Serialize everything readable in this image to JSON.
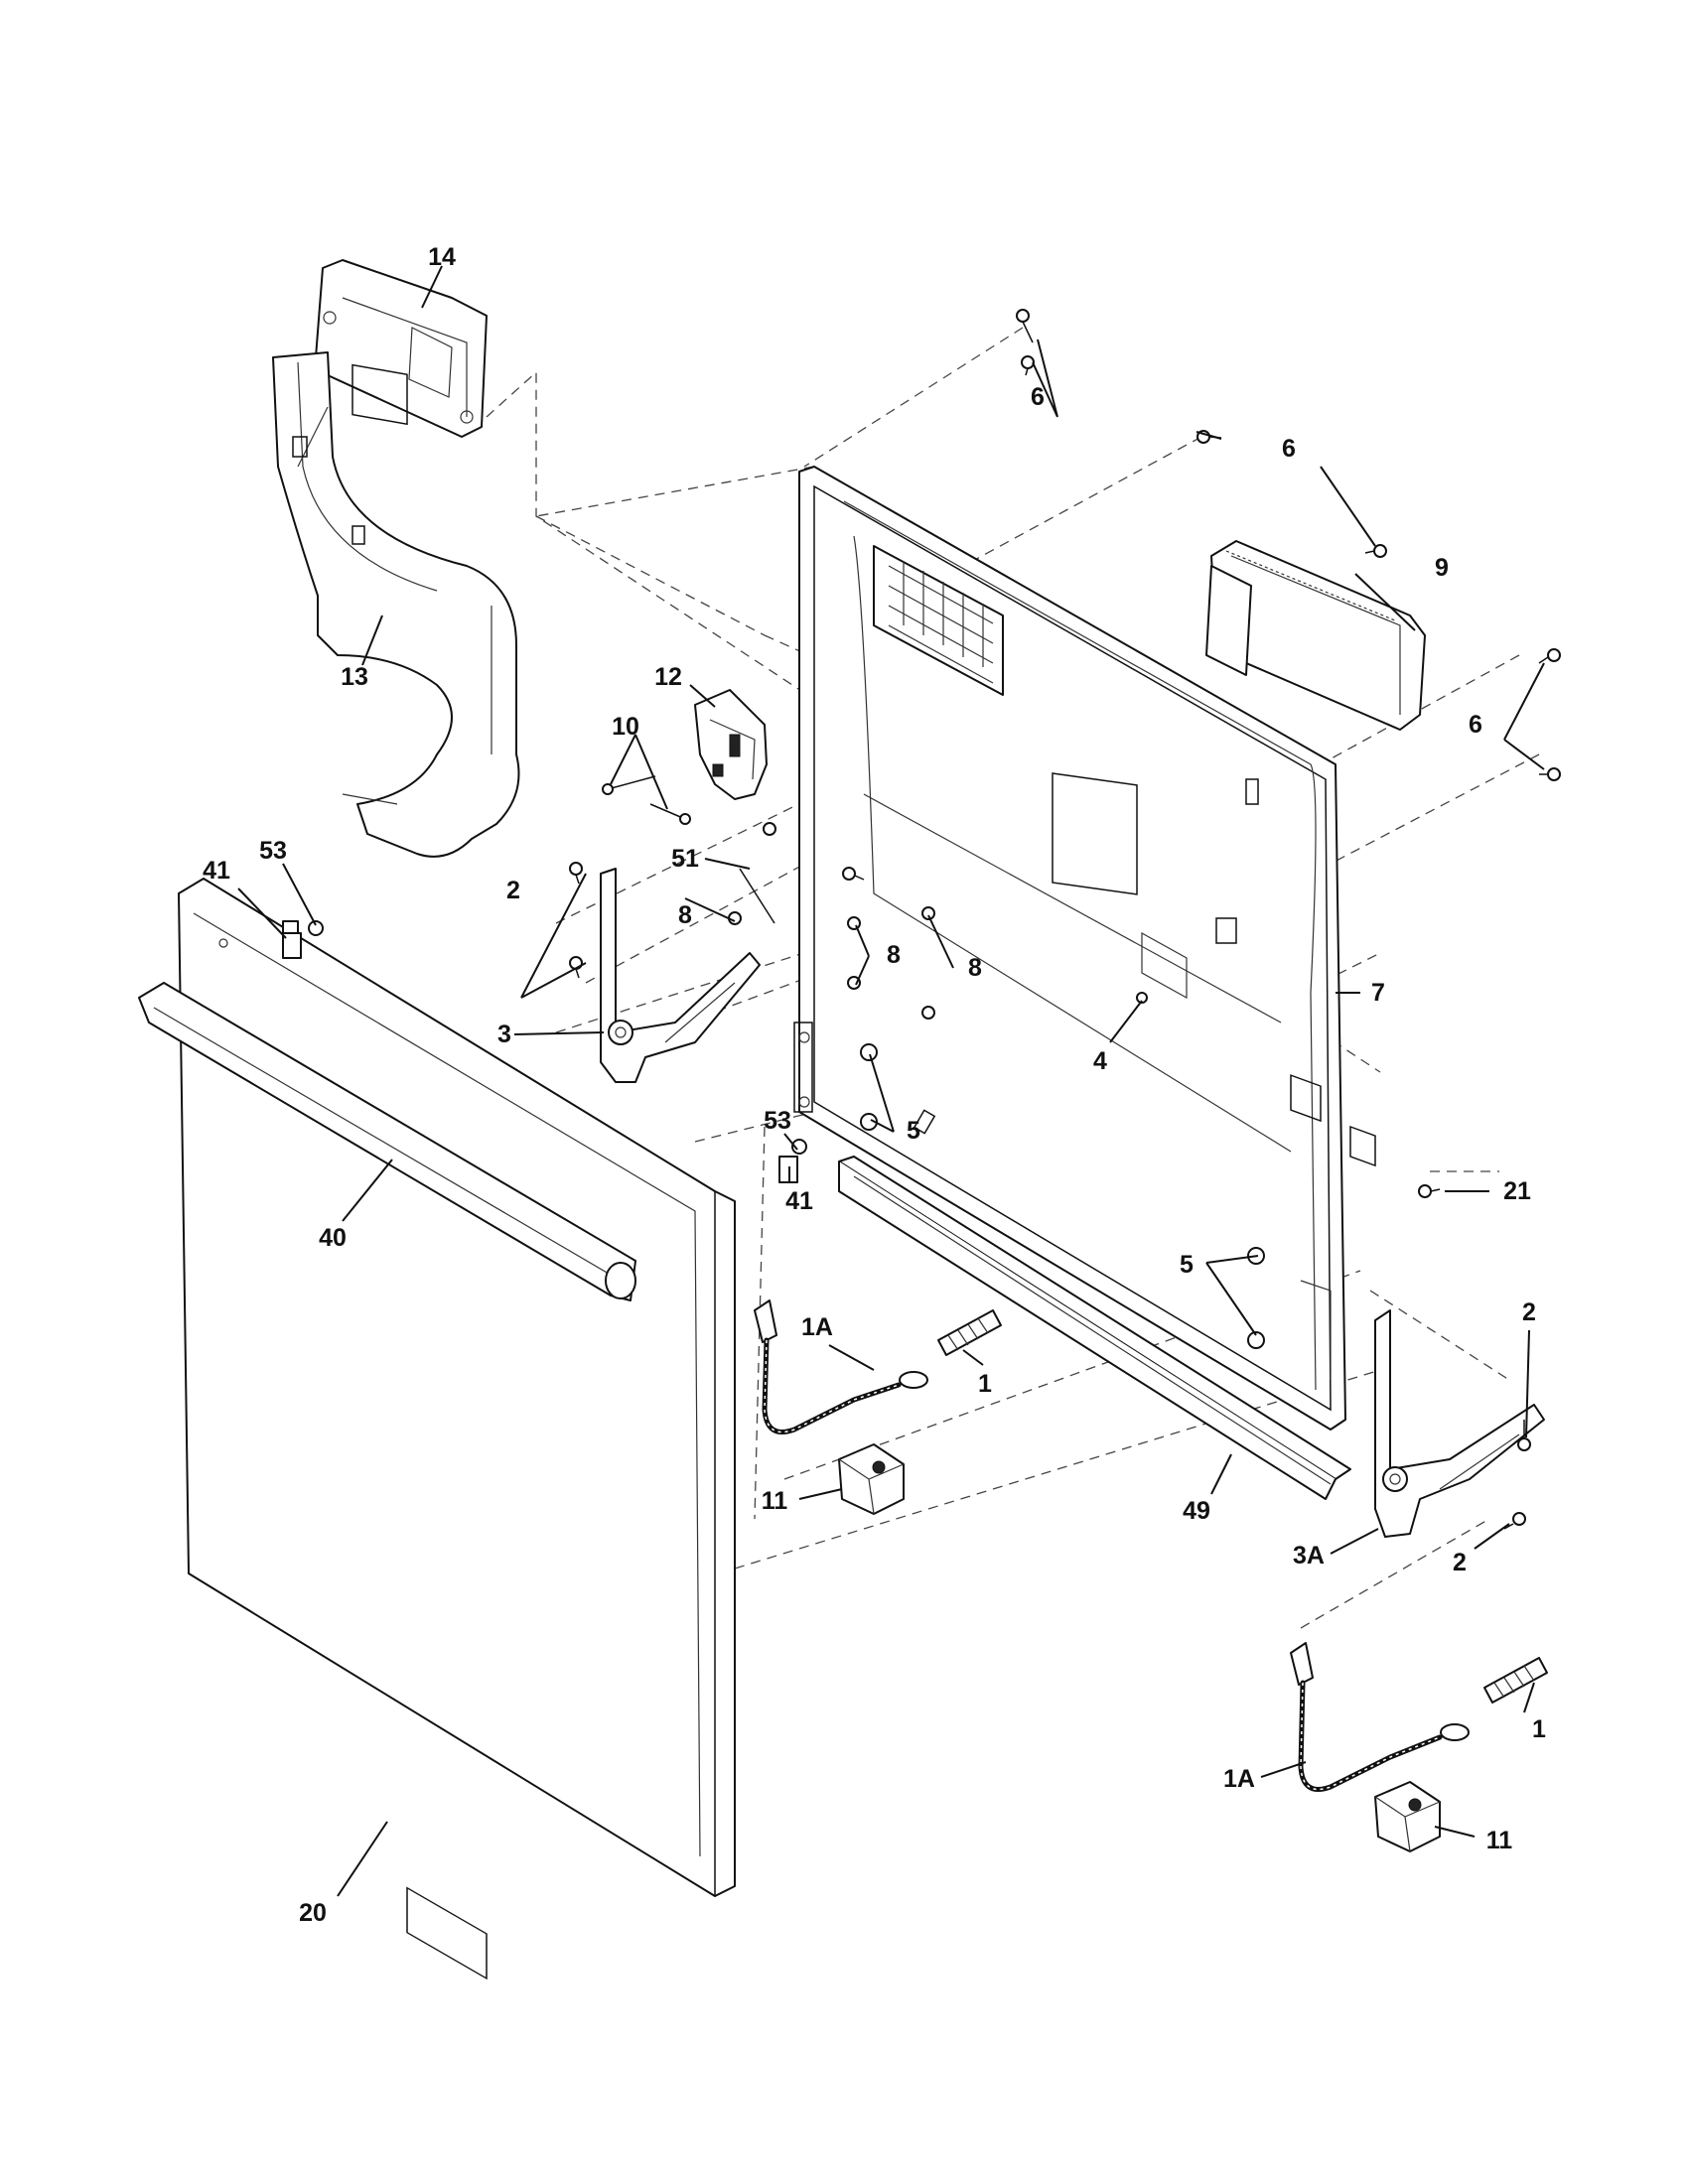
{
  "callouts": [
    {
      "id": "c14",
      "text": "14"
    },
    {
      "id": "c13",
      "text": "13"
    },
    {
      "id": "c12",
      "text": "12"
    },
    {
      "id": "c10",
      "text": "10"
    },
    {
      "id": "c6a",
      "text": "6"
    },
    {
      "id": "c6b",
      "text": "6"
    },
    {
      "id": "c6c",
      "text": "6"
    },
    {
      "id": "c9",
      "text": "9"
    },
    {
      "id": "c51",
      "text": "51"
    },
    {
      "id": "c53a",
      "text": "53"
    },
    {
      "id": "c41a",
      "text": "41"
    },
    {
      "id": "c2a",
      "text": "2"
    },
    {
      "id": "c3",
      "text": "3"
    },
    {
      "id": "c8a",
      "text": "8"
    },
    {
      "id": "c8b",
      "text": "8"
    },
    {
      "id": "c8c",
      "text": "8"
    },
    {
      "id": "c7",
      "text": "7"
    },
    {
      "id": "c4",
      "text": "4"
    },
    {
      "id": "c5a",
      "text": "5"
    },
    {
      "id": "c53b",
      "text": "53"
    },
    {
      "id": "c41b",
      "text": "41"
    },
    {
      "id": "c40",
      "text": "40"
    },
    {
      "id": "c21",
      "text": "21"
    },
    {
      "id": "c5b",
      "text": "5"
    },
    {
      "id": "c2b",
      "text": "2"
    },
    {
      "id": "c1Aa",
      "text": "1A"
    },
    {
      "id": "c1a",
      "text": "1"
    },
    {
      "id": "c11a",
      "text": "11"
    },
    {
      "id": "c49",
      "text": "49"
    },
    {
      "id": "c3A",
      "text": "3A"
    },
    {
      "id": "c2c",
      "text": "2"
    },
    {
      "id": "c20",
      "text": "20"
    },
    {
      "id": "c1Ab",
      "text": "1A"
    },
    {
      "id": "c1b",
      "text": "1"
    },
    {
      "id": "c11b",
      "text": "11"
    }
  ]
}
